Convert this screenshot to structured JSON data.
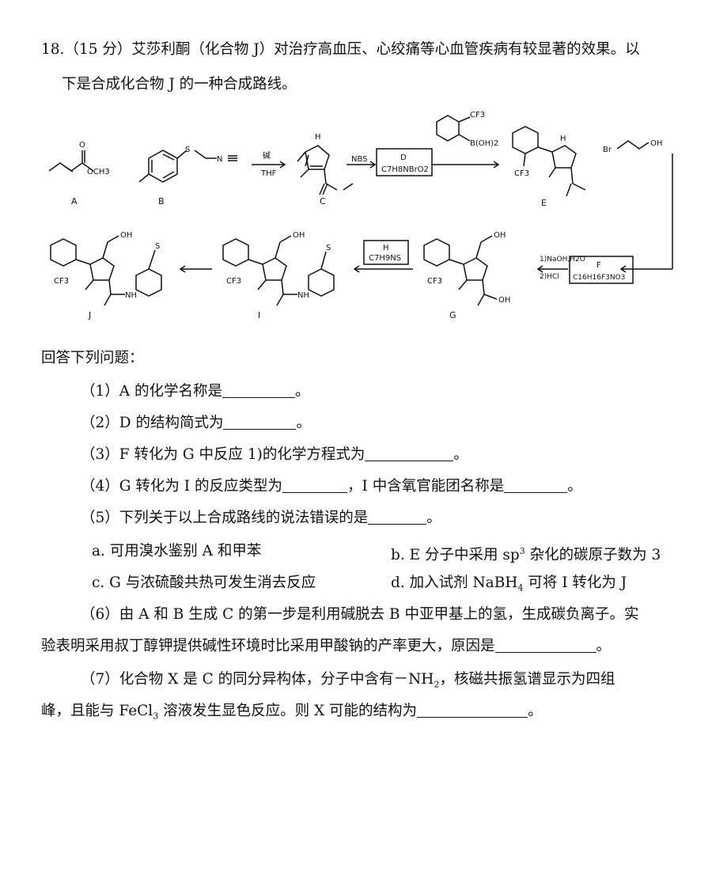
{
  "question": {
    "line1": "18.（15 分）艾莎利酮（化合物 J）对治疗高血压、心绞痛等心血管疾病有较显著的效果。以",
    "line2": "下是合成化合物 J 的一种合成路线。"
  },
  "scheme": {
    "labels": {
      "A": "A",
      "B": "B",
      "C": "C",
      "D": "D",
      "E": "E",
      "F": "F",
      "G": "G",
      "H": "H",
      "I": "I",
      "J": "J"
    },
    "reagent_base": "碱",
    "reagent_thf": "THF",
    "reagent_nbs": "NBS",
    "d_formula": "C7H8NBrO2",
    "boronic": "B(OH)2",
    "cf3": "CF3",
    "bromoethanol_br": "Br",
    "bromoethanol_oh": "OH",
    "f_formula": "C16H16F3NO3",
    "h_formula": "C7H9NS",
    "naoh_step": "1)NaOH,H2O",
    "hcl_step": "2)HCl",
    "och3": "OCH3",
    "oh": "OH",
    "nh": "NH",
    "o": "O",
    "s": "S",
    "hn": "H",
    "n": "N"
  },
  "answers_intro": "回答下列问题：",
  "q1": {
    "text": "（1）A 的化学名称是",
    "end": "。"
  },
  "q2": {
    "text": "（2）D 的结构简式为",
    "end": "。"
  },
  "q3": {
    "text": "（3）F 转化为 G 中反应 1)的化学方程式为",
    "end": "。"
  },
  "q4": {
    "text_a": "（4）G 转化为 I 的反应类型为",
    "text_b": "，I 中含氧官能团名称是",
    "end": "。"
  },
  "q5": {
    "text": "（5）下列关于以上合成路线的说法错误的是",
    "end": "。"
  },
  "options": {
    "a": "a.  可用溴水鉴别 A 和甲苯",
    "b_pre": "b.  E 分子中采用 sp",
    "b_sup": "3",
    "b_post": " 杂化的碳原子数为 3",
    "c": "c.  G 与浓硫酸共热可发生消去反应",
    "d_pre": "d.  加入试剂 NaBH",
    "d_sub": "4",
    "d_post": " 可将 I 转化为 J"
  },
  "q6": {
    "line1": "（6）由 A 和 B 生成 C 的第一步是利用碱脱去 B 中亚甲基上的氢，生成碳负离子。实",
    "line2": "验表明采用叔丁醇钾提供碱性环境时比采用甲酸钠的产率更大，原因是",
    "end": "。"
  },
  "q7": {
    "line1_pre": "（7）化合物 X 是 C 的同分异构体，分子中含有－NH",
    "line1_sub": "2",
    "line1_post": "，核磁共振氢谱显示为四组",
    "line2_pre": "峰，且能与 FeCl",
    "line2_sub": "3",
    "line2_post": " 溶液发生显色反应。则 X 可能的结构为",
    "end": "。"
  }
}
